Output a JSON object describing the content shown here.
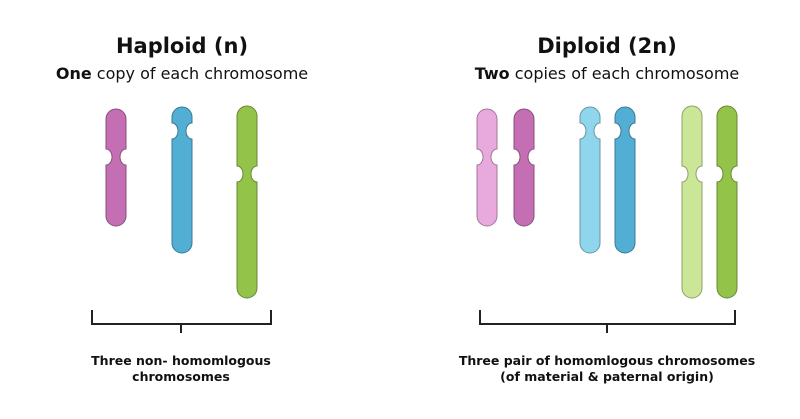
{
  "haploid": {
    "title": "Haploid (n)",
    "subtitle_bold": "One",
    "subtitle_rest": " copy of each chromosome",
    "caption_line1": "Three non- homomlogous",
    "caption_line2": "chromosomes"
  },
  "diploid": {
    "title": "Diploid (2n)",
    "subtitle_bold": "Two",
    "subtitle_rest": " copies of each chromosome",
    "caption_line1": "Three pair of homomlogous chromosomes",
    "caption_line2": "(of material & paternal origin)"
  },
  "colors": {
    "magenta_dark": "#c46fb4",
    "magenta_light": "#e8a9dc",
    "blue_dark": "#52afd3",
    "blue_light": "#8fd6ec",
    "green_dark": "#94c34a",
    "green_light": "#cbe696",
    "bracket": "#222222"
  }
}
